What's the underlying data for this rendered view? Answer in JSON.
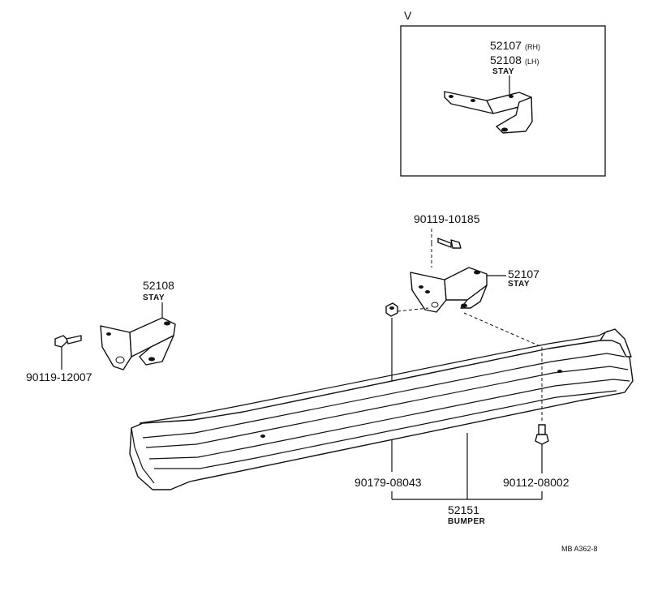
{
  "inset": {
    "view_marker": "V",
    "part_rh": "52107",
    "part_rh_side": "(RH)",
    "part_lh": "52108",
    "part_lh_side": "(LH)",
    "part_desc": "STAY"
  },
  "labels": {
    "bolt_top": "90119-10185",
    "stay_right_num": "52107",
    "stay_right_desc": "STAY",
    "stay_left_num": "52108",
    "stay_left_desc": "STAY",
    "bolt_left": "90119-12007",
    "nut": "90179-08043",
    "bolt_bottom": "90112-08002",
    "bumper_num": "52151",
    "bumper_desc": "BUMPER",
    "ref_code": "MB A362-8"
  }
}
